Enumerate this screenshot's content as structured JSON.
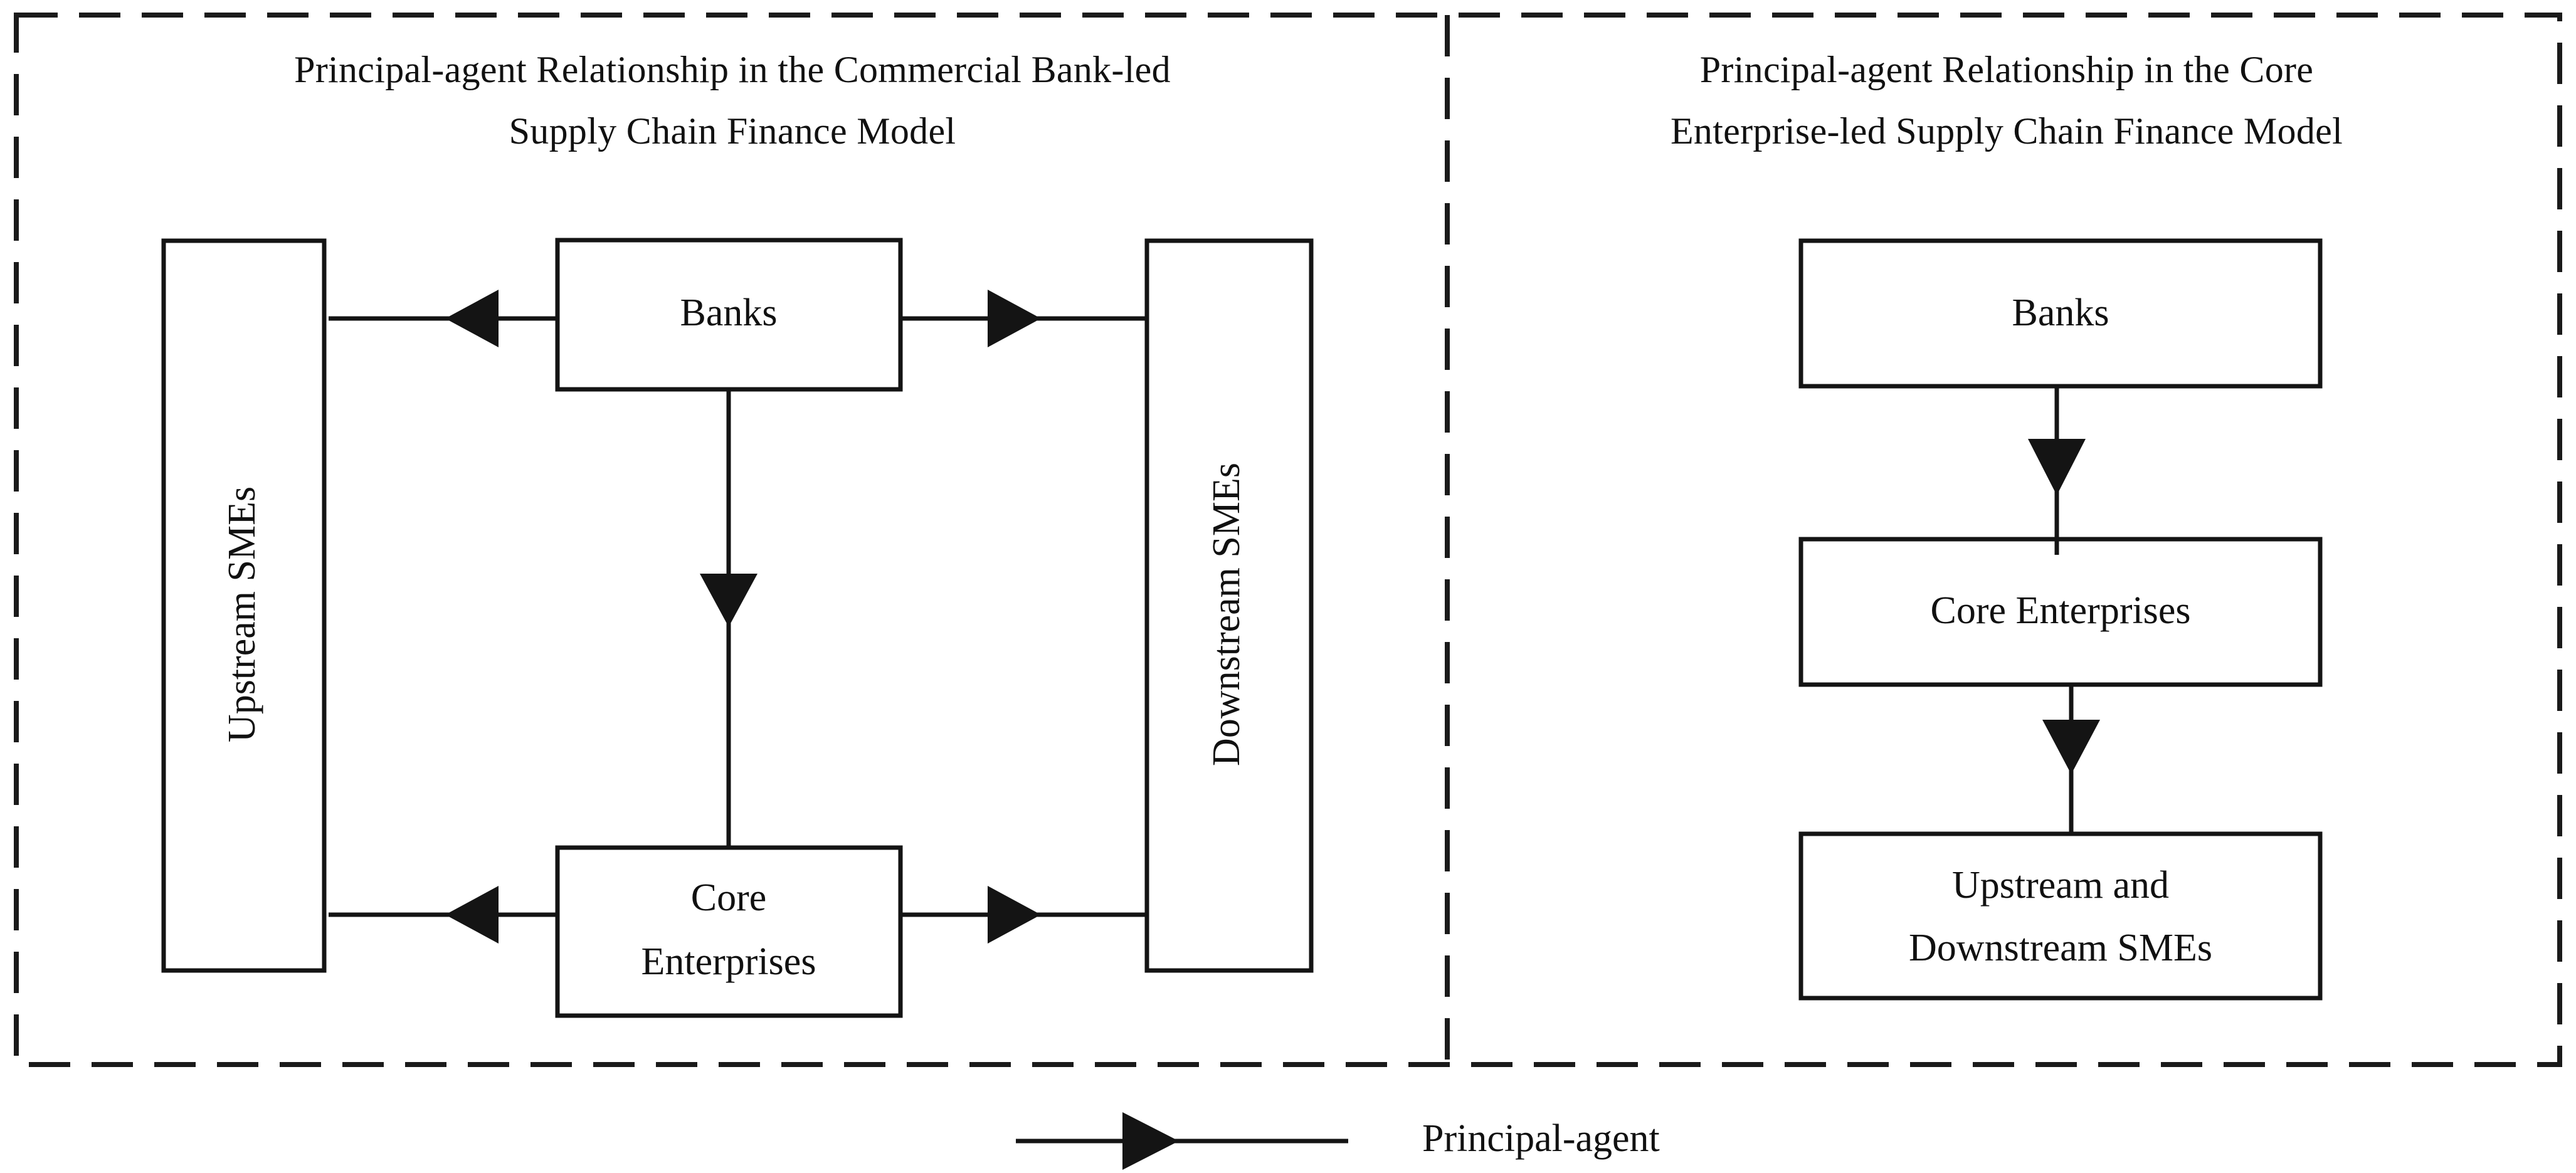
{
  "figure": {
    "background_color": "#ffffff",
    "stroke_color": "#141414",
    "panels": [
      {
        "id": "commercial-bank-led",
        "title_line1": "Principal-agent Relationship in the Commercial Bank-led",
        "title_line2": "Supply Chain Finance Model",
        "nodes": [
          {
            "id": "upstream-smes",
            "label": "Upstream SMEs",
            "orientation": "vertical"
          },
          {
            "id": "banks",
            "label": "Banks",
            "orientation": "horizontal"
          },
          {
            "id": "core-enterprises-line1",
            "label": "Core",
            "orientation": "horizontal"
          },
          {
            "id": "core-enterprises-line2",
            "label": "Enterprises",
            "orientation": "horizontal"
          },
          {
            "id": "downstream-smes",
            "label": "Downstream SMEs",
            "orientation": "vertical"
          }
        ],
        "edges": [
          {
            "from": "banks",
            "to": "upstream-smes",
            "direction": "left"
          },
          {
            "from": "banks",
            "to": "downstream-smes",
            "direction": "right"
          },
          {
            "from": "banks",
            "to": "core-enterprises",
            "direction": "down"
          },
          {
            "from": "core-enterprises",
            "to": "upstream-smes",
            "direction": "left"
          },
          {
            "from": "core-enterprises",
            "to": "downstream-smes",
            "direction": "right"
          }
        ]
      },
      {
        "id": "core-enterprise-led",
        "title_line1": "Principal-agent Relationship in the Core",
        "title_line2": "Enterprise-led Supply Chain Finance Model",
        "nodes": [
          {
            "id": "banks",
            "label": "Banks",
            "orientation": "horizontal"
          },
          {
            "id": "core-enterprises",
            "label": "Core Enterprises",
            "orientation": "horizontal"
          },
          {
            "id": "smes-line1",
            "label": "Upstream and",
            "orientation": "horizontal"
          },
          {
            "id": "smes-line2",
            "label": "Downstream SMEs",
            "orientation": "horizontal"
          }
        ],
        "edges": [
          {
            "from": "banks",
            "to": "core-enterprises",
            "direction": "down"
          },
          {
            "from": "core-enterprises",
            "to": "smes",
            "direction": "down"
          }
        ]
      }
    ],
    "legend": {
      "symbol": "arrow-right-line",
      "label": "Principal-agent"
    }
  }
}
